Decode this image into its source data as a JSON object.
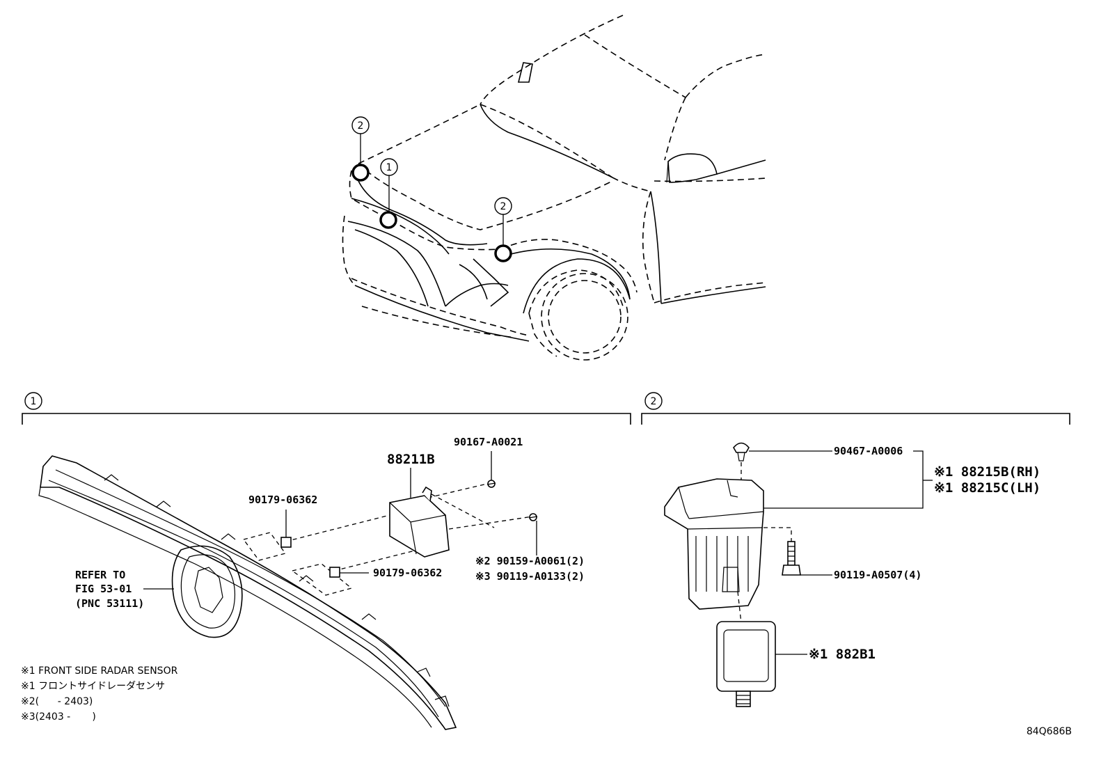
{
  "callouts": {
    "one": "1",
    "two": "2"
  },
  "section_one": {
    "marker": "1",
    "refer": [
      "REFER TO",
      "FIG 53-01",
      "(PNC 53111)"
    ],
    "parts": {
      "radar_sensor": "88211B",
      "screw_top": "90167-A0021",
      "nut_left": "90179-06362",
      "nut_bottom": "90179-06362",
      "bolt_note2": "※2 90159-A0061(2)",
      "bolt_note3": "※3 90119-A0133(2)"
    },
    "notes": [
      "※1 FRONT SIDE RADAR SENSOR",
      "※1 フロントサイドレーダセンサ",
      "※2(      - 2403)",
      "※3(2403 -       )"
    ]
  },
  "section_two": {
    "marker": "2",
    "parts": {
      "clip": "90467-A0006",
      "bracket_rh": "※1 88215B(RH)",
      "bracket_lh": "※1 88215C(LH)",
      "bolt": "90119-A0507(4)",
      "sensor": "※1 882B1"
    }
  },
  "footer": {
    "diagram_code": "84Q686B"
  }
}
